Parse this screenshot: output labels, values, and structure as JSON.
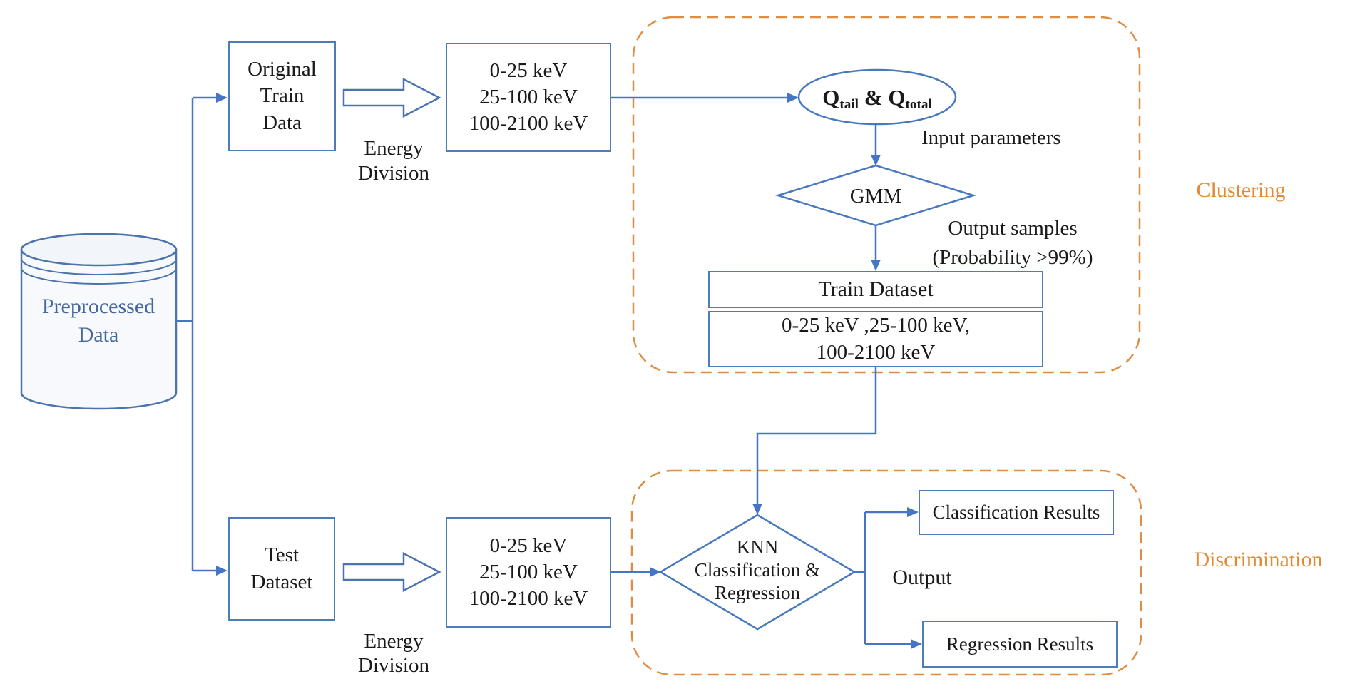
{
  "colors": {
    "node_border": "#4d7db5",
    "connector_blue": "#4575c4",
    "region_dash_orange": "#dd8e45",
    "region_label_orange": "#e08a33",
    "database_text_blue": "#44679e",
    "text_black": "#1a1a1a"
  },
  "database": {
    "line1": "Preprocessed",
    "line2": "Data"
  },
  "train_branch": {
    "source_box": {
      "line1": "Original",
      "line2": "Train",
      "line3": "Data"
    },
    "energy_division": {
      "line1": "Energy",
      "line2": "Division"
    },
    "bands_box": {
      "line1": "0-25 keV",
      "line2": "25-100 keV",
      "line3": "100-2100 keV"
    }
  },
  "test_branch": {
    "source_box": {
      "line1": "Test",
      "line2": "Dataset"
    },
    "energy_division": {
      "line1": "Energy",
      "line2": "Division"
    },
    "bands_box": {
      "line1": "0-25 keV",
      "line2": "25-100 keV",
      "line3": "100-2100 keV"
    }
  },
  "clustering": {
    "region_label": "Clustering",
    "parameters_ellipse": {
      "q1": "Q",
      "q1_sub": "tail",
      "sep": " & ",
      "q2": "Q",
      "q2_sub": "total"
    },
    "input_parameters_label": "Input parameters",
    "gmm_label": "GMM",
    "output_samples_line1": "Output samples",
    "output_samples_line2": "(Probability >99%)",
    "train_dataset_box": {
      "title": "Train Dataset",
      "line1": "0-25 keV ,25-100 keV,",
      "line2": "100-2100 keV"
    }
  },
  "discrimination": {
    "region_label": "Discrimination",
    "knn_diamond": {
      "line1": "KNN",
      "line2": "Classification &",
      "line3": "Regression"
    },
    "output_label": "Output",
    "classification_results_label": "Classification Results",
    "regression_results_label": "Regression Results"
  }
}
